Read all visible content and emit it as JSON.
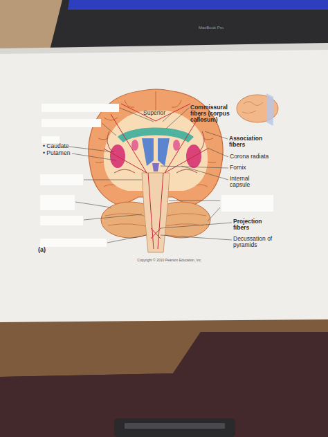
{
  "diagram": {
    "caption": "Copyright © 2010 Pearson Education, Inc.",
    "labels": [
      "MacBook Pro",
      "Superior",
      "Commissural fibers (corpus callosum)",
      "Association fibers",
      "Corona radiata",
      "Fornix",
      "Internal capsule",
      "• Caudate",
      "• Putamen",
      "Projection fibers",
      "Decussation of pyramids",
      "(a)"
    ]
  }
}
